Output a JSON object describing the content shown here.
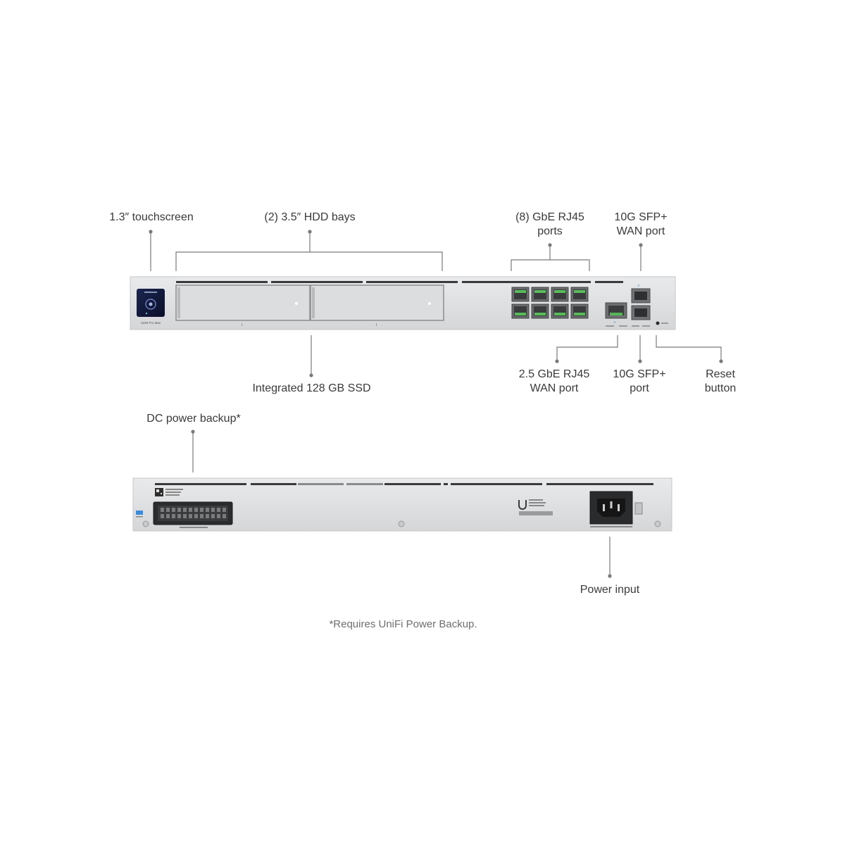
{
  "front_labels": {
    "touchscreen": "1.3″ touchscreen",
    "hdd_bays": "(2) 3.5″ HDD bays",
    "rj45_ports": [
      "(8) GbE RJ45",
      "ports"
    ],
    "sfp_wan": [
      "10G SFP+",
      "WAN port"
    ],
    "ssd": "Integrated 128 GB SSD",
    "wan_25": [
      "2.5 GbE RJ45",
      "WAN port"
    ],
    "sfp_port": [
      "10G SFP+",
      "port"
    ],
    "reset": [
      "Reset",
      "button"
    ]
  },
  "rear_labels": {
    "dc_backup": "DC power backup*",
    "power_input": "Power input"
  },
  "device": {
    "model_badge": "UDM Pro Max"
  },
  "footnote": "*Requires UniFi Power Backup.",
  "colors": {
    "chassis": "#dedfe1",
    "chassis_edge": "#c9cacc",
    "screen": "#0f1733",
    "port_led": "#5fd35f",
    "leader_line": "#7a7a7a",
    "rear_accent": "#3d8bd9"
  }
}
